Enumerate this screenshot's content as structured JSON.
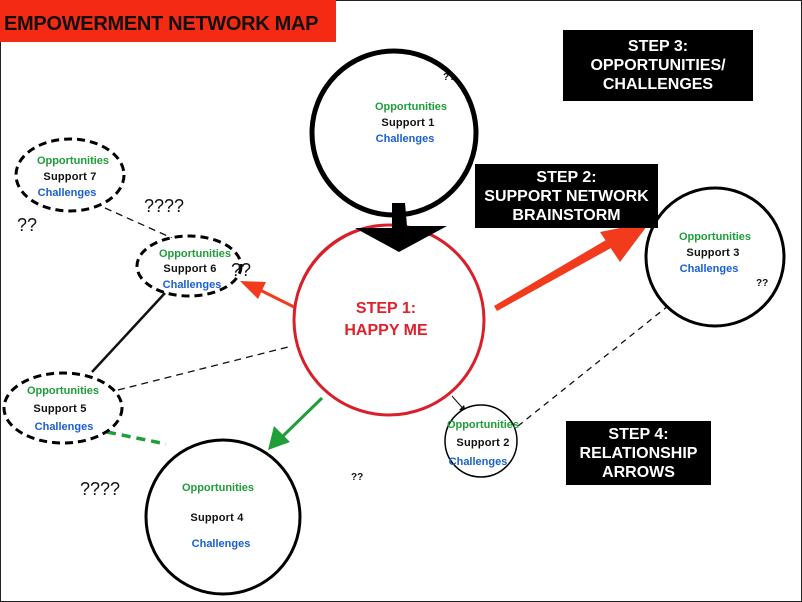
{
  "title": "EMPOWERMENT NETWORK MAP",
  "center": {
    "line1": "STEP 1:",
    "line2": "HAPPY ME"
  },
  "steps": {
    "step2": {
      "line1": "STEP 2:",
      "line2": "SUPPORT NETWORK",
      "line3": "BRAINSTORM"
    },
    "step3": {
      "line1": "STEP 3:",
      "line2": "OPPORTUNITIES/",
      "line3": "CHALLENGES"
    },
    "step4": {
      "line1": "STEP 4:",
      "line2": "RELATIONSHIP",
      "line3": "ARROWS"
    }
  },
  "supports": {
    "s1": {
      "opp": "Opportunities",
      "name": "Support 1",
      "chal": "Challenges"
    },
    "s2": {
      "opp": "Opportunities",
      "name": "Support 2",
      "chal": "Challenges"
    },
    "s3": {
      "opp": "Opportunities",
      "name": "Support 3",
      "chal": "Challenges"
    },
    "s4": {
      "opp": "Opportunities",
      "name": "Support 4",
      "chal": "Challenges"
    },
    "s5": {
      "opp": "Opportunities",
      "name": "Support 5",
      "chal": "Challenges"
    },
    "s6": {
      "opp": "Opportunities",
      "name": "Support 6",
      "chal": "Challenges"
    },
    "s7": {
      "opp": "Opportunities",
      "name": "Support 7",
      "chal": "Challenges"
    }
  },
  "question_marks": {
    "q1": "??",
    "q2": "??",
    "q3": "????",
    "q4": "??",
    "q5": "??",
    "q6": "????",
    "q7": "??"
  },
  "colors": {
    "title_bg": "#f52a14",
    "center_ring": "#d9202a",
    "center_text": "#e0202a",
    "red_arrow": "#f23a1c",
    "green_arrow": "#1f9e3a",
    "opportunities": "#1f9e3a",
    "challenges": "#1a5fd1"
  }
}
